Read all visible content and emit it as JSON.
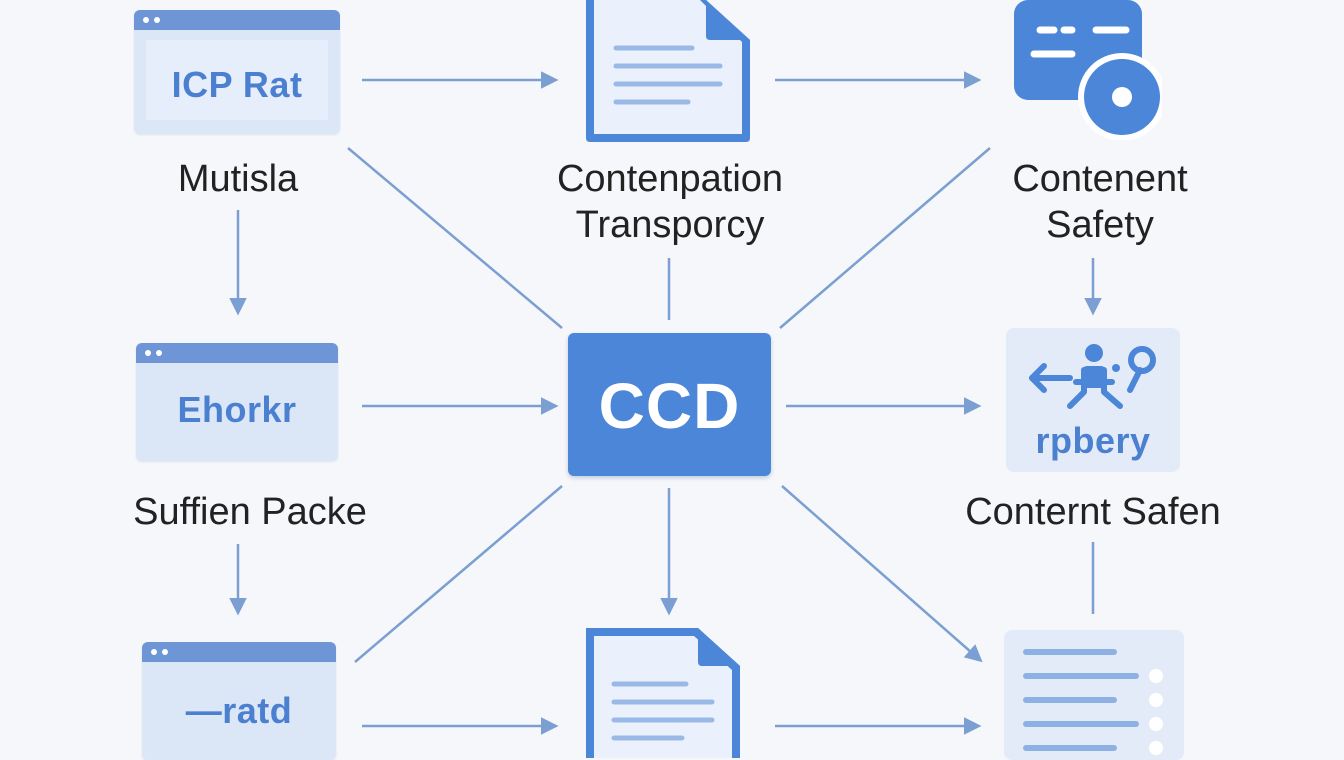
{
  "nodes": {
    "top_left": {
      "window_text": "ICP Rat",
      "label": "Mutisla"
    },
    "top_center": {
      "label_line1": "Contenpation",
      "label_line2": "Transporcy"
    },
    "top_right": {
      "label_line1": "Contenent",
      "label_line2": "Safety"
    },
    "middle_left": {
      "window_text": "Ehorkr",
      "label": "Suffien Packe"
    },
    "center": {
      "text": "CCD"
    },
    "middle_right": {
      "panel_text": "rpbery",
      "label": "Conternt Safen"
    },
    "bottom_left": {
      "window_text": "—ratd"
    }
  },
  "colors": {
    "accent": "#4c86d8",
    "arrow": "#7b9fd2",
    "window_bar": "#6e95d6",
    "window_body": "#dbe6f7",
    "label_text": "#222222",
    "background": "#f6f7fa"
  },
  "icons": [
    "document-icon",
    "id-card-gear-icon",
    "person-pin-icon",
    "list-icon"
  ]
}
